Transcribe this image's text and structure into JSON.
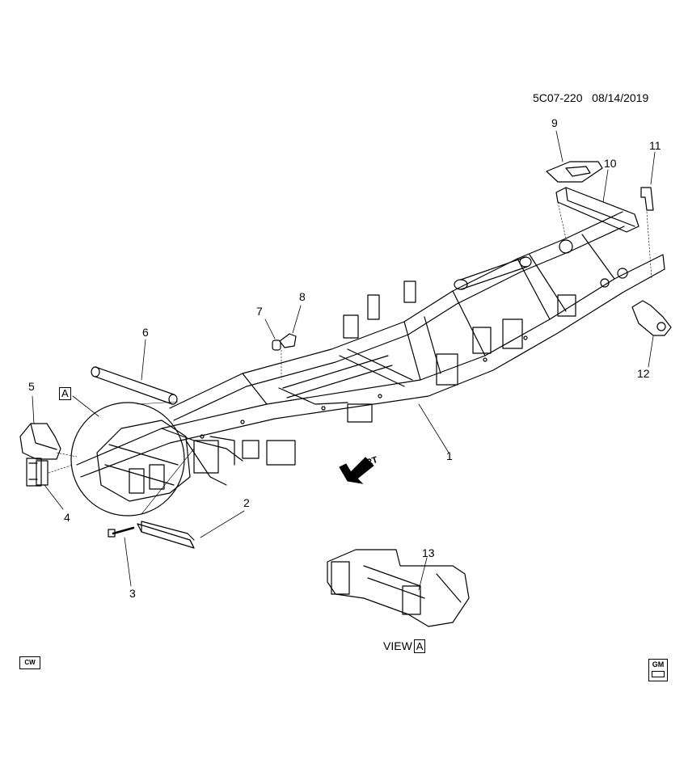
{
  "diagram": {
    "code": "5C07-220",
    "date": "08/14/2019",
    "view_letter": "A",
    "view_label": "VIEW",
    "front_label": "FRT",
    "corner_badge": "CW",
    "logo_text": "GM",
    "callouts": [
      {
        "id": "1",
        "label": "1"
      },
      {
        "id": "2",
        "label": "2"
      },
      {
        "id": "3",
        "label": "3"
      },
      {
        "id": "4",
        "label": "4"
      },
      {
        "id": "5",
        "label": "5"
      },
      {
        "id": "6",
        "label": "6"
      },
      {
        "id": "7",
        "label": "7"
      },
      {
        "id": "8",
        "label": "8"
      },
      {
        "id": "9",
        "label": "9"
      },
      {
        "id": "10",
        "label": "10"
      },
      {
        "id": "11",
        "label": "11"
      },
      {
        "id": "12",
        "label": "12"
      },
      {
        "id": "13",
        "label": "13"
      }
    ]
  },
  "icons": {
    "front-arrow": "front-arrow-icon",
    "gm-logo": "gm-logo-icon"
  }
}
